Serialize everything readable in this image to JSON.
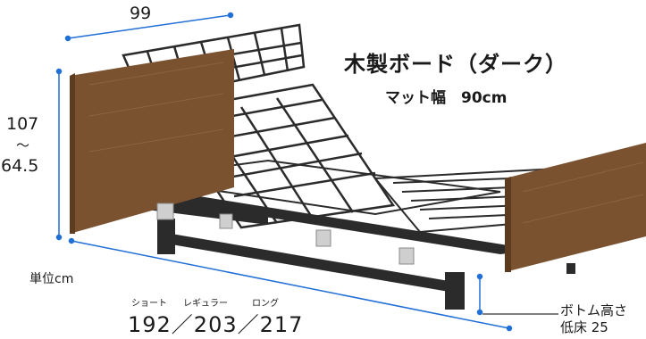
{
  "product": {
    "title": "木製ボード（ダーク）",
    "mattress_width": "マット幅　90cm"
  },
  "dimensions": {
    "width": "99",
    "height_top": "107",
    "height_tilde": "〜",
    "height_bottom": "64.5",
    "unit": "単位cm",
    "length_types": {
      "short": "ショート",
      "regular": "レギュラー",
      "long": "ロング"
    },
    "lengths": "192／203／217",
    "bottom_height_label": "ボトム高さ",
    "low_floor_label": "低床 25"
  },
  "colors": {
    "wood": "#7a5230",
    "wood_dark": "#5c3b1f",
    "frame": "#2b2b2b",
    "dimension_line": "#1f6fd6"
  }
}
